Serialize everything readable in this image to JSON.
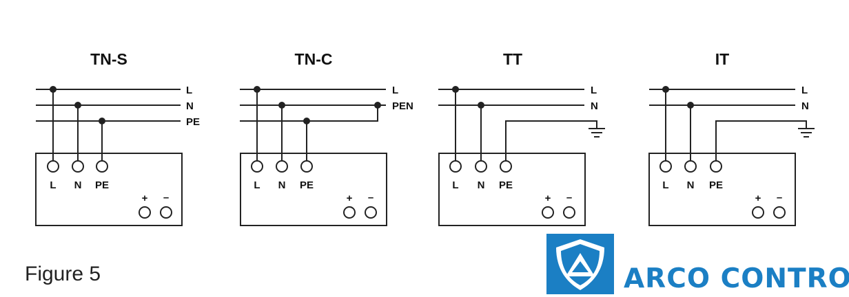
{
  "diagrams": [
    {
      "title": "TN-S",
      "bus_labels": [
        "L",
        "N",
        "PE"
      ],
      "terminal_labels": [
        "L",
        "N",
        "PE"
      ],
      "dc_labels": [
        "+",
        "–"
      ]
    },
    {
      "title": "TN-C",
      "bus_labels": [
        "L",
        "PEN"
      ],
      "terminal_labels": [
        "L",
        "N",
        "PE"
      ],
      "dc_labels": [
        "+",
        "–"
      ]
    },
    {
      "title": "TT",
      "bus_labels": [
        "L",
        "N"
      ],
      "terminal_labels": [
        "L",
        "N",
        "PE"
      ],
      "dc_labels": [
        "+",
        "–"
      ]
    },
    {
      "title": "IT",
      "bus_labels": [
        "L",
        "N"
      ],
      "terminal_labels": [
        "L",
        "N",
        "PE"
      ],
      "dc_labels": [
        "+",
        "–"
      ]
    }
  ],
  "caption": "Figure 5",
  "brand": {
    "name": "ARCO CONTROL",
    "color": "#1b7fc4",
    "icon": "shield-triangle-logo-icon"
  },
  "colors": {
    "line": "#222222"
  }
}
